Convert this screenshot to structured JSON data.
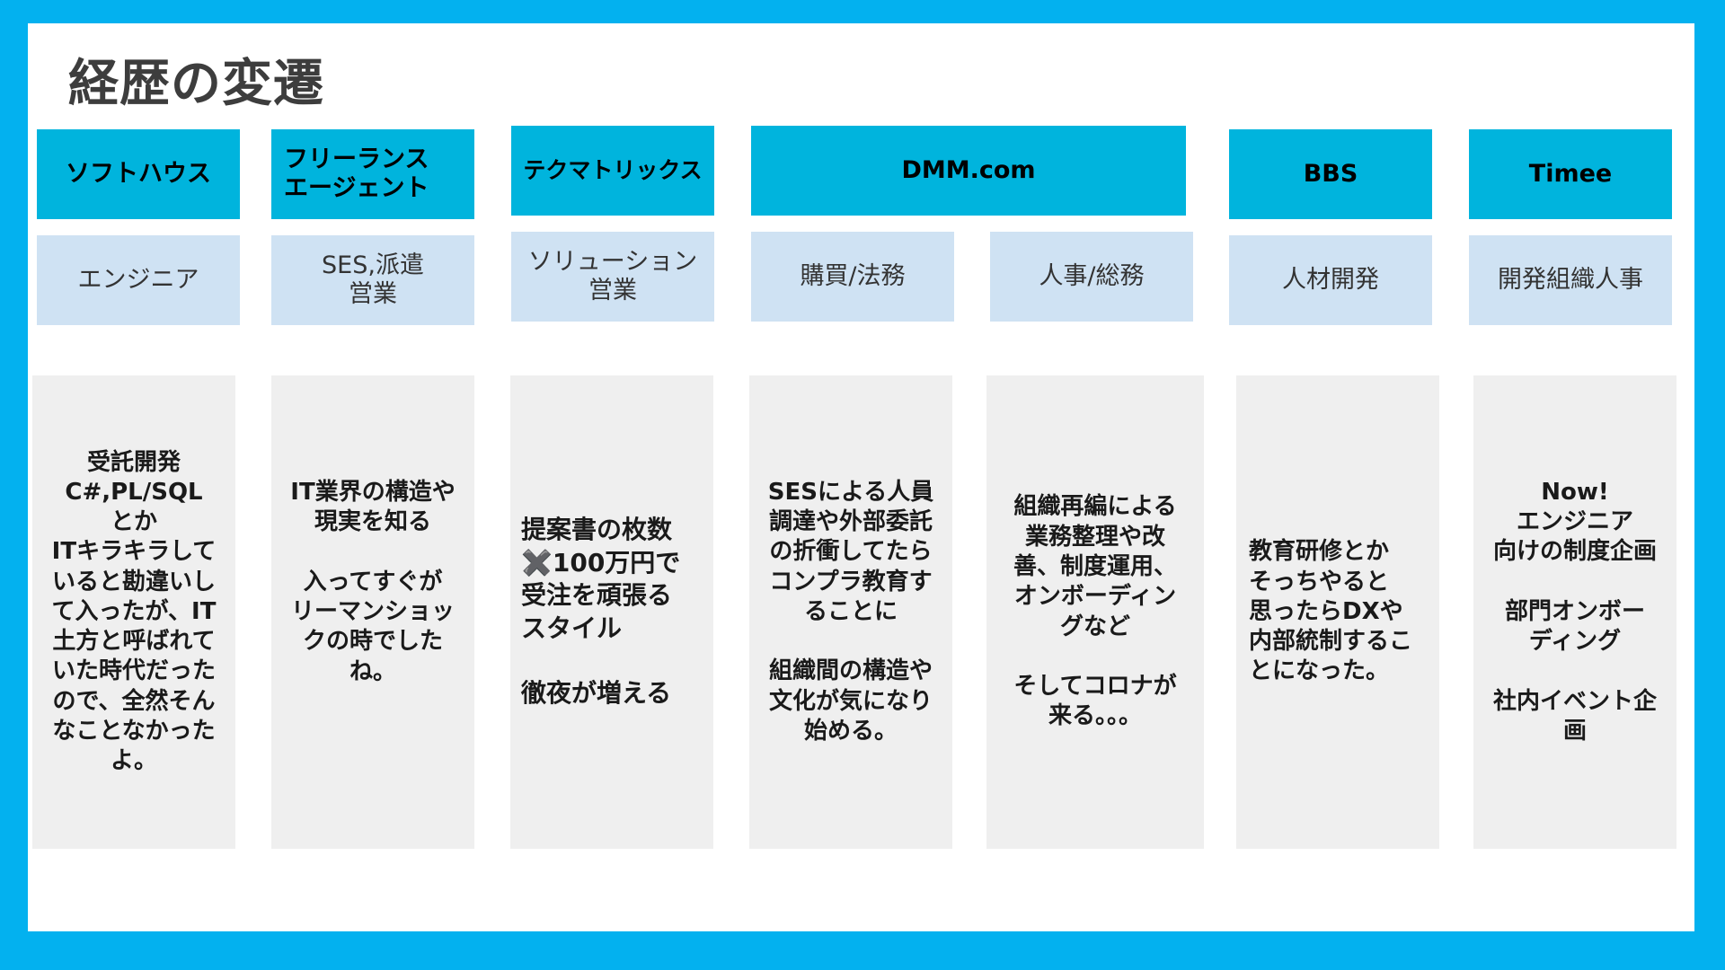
{
  "title": "経歴の変遷",
  "companies": [
    {
      "id": "softhouse",
      "label": "ソフトハウス"
    },
    {
      "id": "freelance",
      "label": "フリーランス\nエージェント"
    },
    {
      "id": "techmatrix",
      "label": "テクマトリックス"
    },
    {
      "id": "dmm",
      "label": "DMM.com"
    },
    {
      "id": "bbs",
      "label": "BBS"
    },
    {
      "id": "timee",
      "label": "Timee"
    }
  ],
  "roles": [
    "エンジニア",
    "SES,派遣\n営業",
    "ソリューション\n営業",
    "購買/法務",
    "人事/総務",
    "人材開発",
    "開発組織人事"
  ],
  "descriptions": [
    "受託開発\nC#,PL/SQL\nとか\nITキラキラして\nいると勘違いし\nて入ったが、IT\n土方と呼ばれて\nいた時代だった\nので、全然そん\nなことなかった\nよ。",
    "IT業界の構造や\n現実を知る\n\n入ってすぐが\nリーマンショッ\nクの時でした\nね。",
    "提案書の枚数\n✖️100万円で\n受注を頑張る\nスタイル\n\n徹夜が増える",
    "SESによる人員\n調達や外部委託\nの折衝してたら\nコンプラ教育す\nることに\n\n組織間の構造や\n文化が気になり\n始める。",
    "組織再編による\n業務整理や改\n善、制度運用、\nオンボーディン\nグなど\n\nそしてコロナが\n来る。。。",
    "教育研修とか\nそっちやると\n思ったらDXや\n内部統制するこ\nとになった。",
    "Now!\nエンジニア\n向けの制度企画\n\n部門オンボー\nディング\n\n社内イベント企\n画"
  ],
  "colors": {
    "frame": "#03b1ef",
    "company_header": "#00b4dd",
    "role_box": "#cfe2f3",
    "description_box": "#efefef",
    "title_text": "#3d3d3d"
  }
}
